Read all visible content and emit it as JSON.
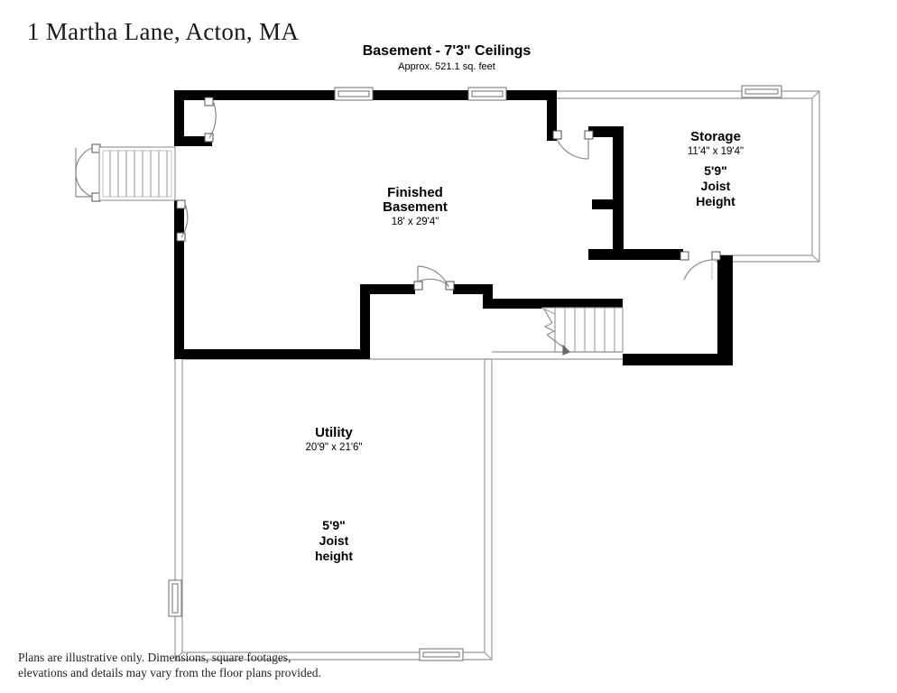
{
  "header": {
    "address": "1 Martha Lane, Acton, MA",
    "plan_title": "Basement - 7'3\" Ceilings",
    "plan_subtitle": "Approx. 521.1 sq. feet"
  },
  "rooms": [
    {
      "key": "finished_basement",
      "name": "Finished Basement",
      "name_line1": "Finished",
      "name_line2": "Basement",
      "dimensions": "18' x 29'4\""
    },
    {
      "key": "storage",
      "name": "Storage",
      "dimensions": "11'4\" x 19'4\"",
      "joist_line1": "5'9\"",
      "joist_line2": "Joist",
      "joist_line3": "Height"
    },
    {
      "key": "utility",
      "name": "Utility",
      "dimensions": "20'9\" x 21'6\"",
      "joist_line1": "5'9\"",
      "joist_line2": "Joist",
      "joist_line3": "height"
    }
  ],
  "footer": {
    "disclaimer_line1": "Plans are illustrative only. Dimensions, square footages,",
    "disclaimer_line2": "elevations and details may vary from the floor plans provided."
  },
  "colors": {
    "wall_solid": "#000000",
    "wall_outline": "#a8a8a8",
    "background": "#ffffff",
    "text": "#000000"
  },
  "plan_features": {
    "stair_left_label": "stairs-left",
    "stair_center_label": "stairs-center",
    "door_count": 6,
    "window_count": 5
  }
}
